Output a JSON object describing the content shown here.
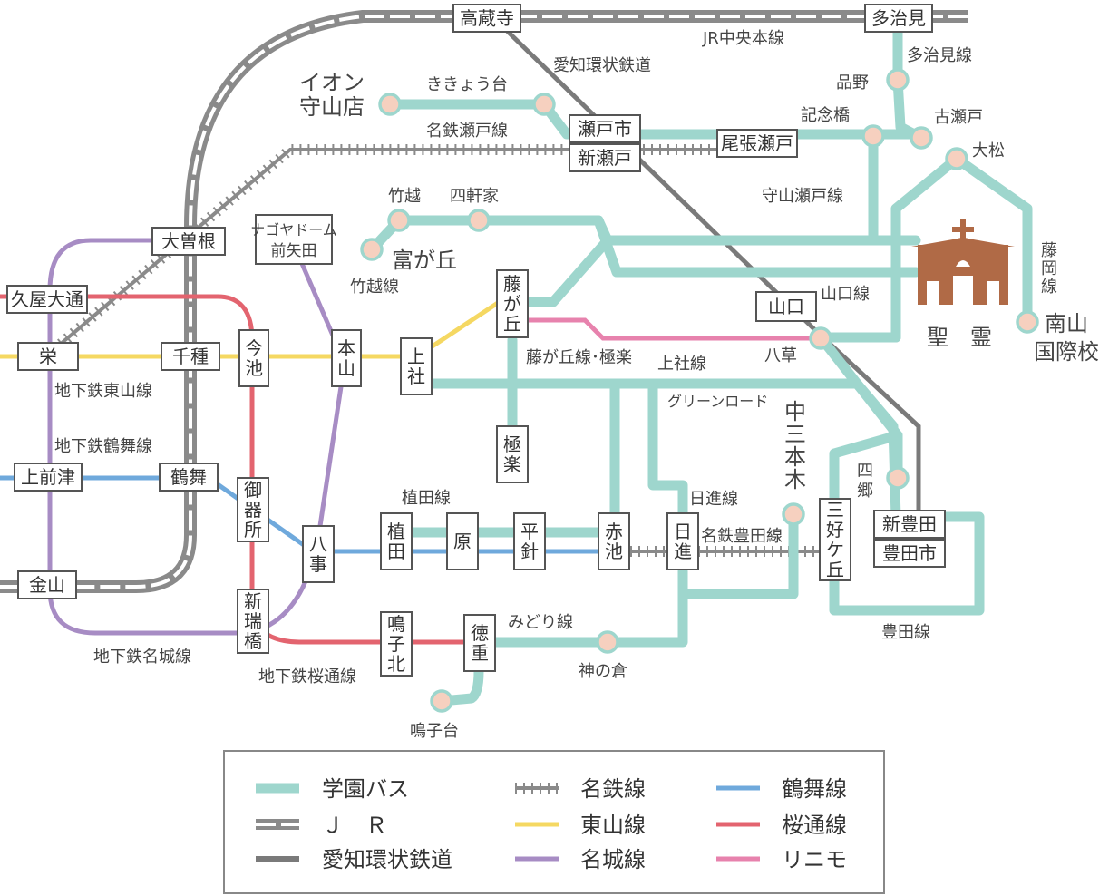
{
  "colors": {
    "gakuen_bus": "#9ed6cd",
    "jr": "#8a8a8a",
    "aichi_kanjo": "#7a7a7a",
    "meitetsu": "#8a8a8a",
    "higashiyama": "#f5d862",
    "meijo": "#a78cc4",
    "tsurumai": "#6fa9dc",
    "sakuradori": "#e3646f",
    "linimo": "#e782ad",
    "church": "#b06a46"
  },
  "stations": {
    "kozoji": "高蔵寺",
    "tajimi": "多治見",
    "seto_shi": "瀬戸市",
    "shin_seto": "新瀬戸",
    "owari_seto": "尾張瀬戸",
    "ozone": "大曽根",
    "nagoya_dome": [
      "ナゴヤドーム",
      "前矢田"
    ],
    "hisaya_odori": "久屋大通",
    "sakae": "栄",
    "chikusa": "千種",
    "imaike": "今池",
    "motoyama": "本山",
    "kamiyashiro": "上社",
    "fujigaoka": "藤が丘",
    "gokuraku": "極楽",
    "yamaguchi": "山口",
    "kamimaezu": "上前津",
    "tsurumai": "鶴舞",
    "gokiso": "御器所",
    "yagoto": "八事",
    "ueda": "植田",
    "hara": "原",
    "hirabari": "平針",
    "akaike": "赤池",
    "nisshin": "日進",
    "miyoshigaoka": "三好ケ丘",
    "shin_toyota": "新豊田",
    "toyotashi": "豊田市",
    "kanayama": "金山",
    "shin_mizuho": "新瑞橋",
    "narukokita": "鳴子北",
    "tokushige": "徳重"
  },
  "labels": {
    "jr_chuo": "JR中央本線",
    "aichi_kanjo": "愛知環状鉄道",
    "tajimi_line": "多治見線",
    "hinono": "品野",
    "kinenbashi": "記念橋",
    "furuseto": "古瀬戸",
    "omatsu": "大松",
    "aeon": [
      "イオン",
      "守山店"
    ],
    "kikyodai": "ききょう台",
    "meitetsu_seto": "名鉄瀬戸線",
    "moriyama_seto": "守山瀬戸線",
    "takegoshi": "竹越",
    "shikenya": "四軒家",
    "tomigaoka": "富が丘",
    "takegoshi_line": "竹越線",
    "fujioka_line": [
      "藤",
      "岡",
      "線"
    ],
    "minamiyama": [
      "南山",
      "国際校"
    ],
    "yamaguchi_line": "山口線",
    "seirei": "聖　霊",
    "yakusa": "八草",
    "fujigaoka_gokuraku": "藤が丘線･極楽",
    "kamiyashiro_line": "上社線",
    "green_road": "グリーンロード",
    "nakasanbongi": [
      "中",
      "三",
      "本",
      "木"
    ],
    "shigo": [
      "四",
      "郷"
    ],
    "higashiyama": "地下鉄東山線",
    "tsurumai_line": "地下鉄鶴舞線",
    "ueda_line": "植田線",
    "nisshin_line": "日進線",
    "meitetsu_toyota": "名鉄豊田線",
    "toyota_line": "豊田線",
    "midori_line": "みどり線",
    "kaminokura": "神の倉",
    "meijo_line": "地下鉄名城線",
    "sakuradori_line": "地下鉄桜通線",
    "narukodai": "鳴子台"
  },
  "legend": [
    {
      "label": "学園バス",
      "style": "bus"
    },
    {
      "label": "Ｊ　Ｒ",
      "style": "jr"
    },
    {
      "label": "愛知環状鉄道",
      "style": "kanjo"
    },
    {
      "label": "名鉄線",
      "style": "meitetsu"
    },
    {
      "label": "東山線",
      "style": "higashiyama"
    },
    {
      "label": "名城線",
      "style": "meijo"
    },
    {
      "label": "鶴舞線",
      "style": "tsurumai"
    },
    {
      "label": "桜通線",
      "style": "sakuradori"
    },
    {
      "label": "リニモ",
      "style": "linimo"
    }
  ]
}
